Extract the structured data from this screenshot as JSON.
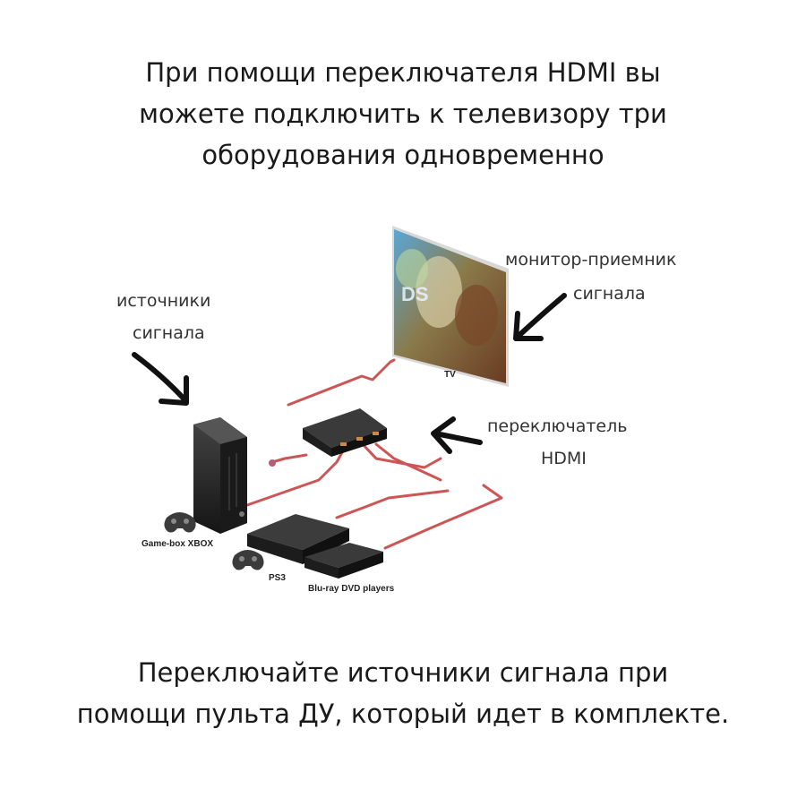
{
  "top_caption": {
    "line1": "При помощи переключателя HDMI вы",
    "line2": "можете подключить к телевизору три",
    "line3": "оборудования одновременно"
  },
  "bottom_caption": {
    "line1": "Переключайте источники сигнала при",
    "line2": "помощи пульта ДУ, который идет в комплекте."
  },
  "labels": {
    "sources_line1": "источники",
    "sources_line2": "сигнала",
    "monitor_line1": "монитор-приемник",
    "monitor_line2": "сигнала",
    "switch_line1": "переключатель",
    "switch_line2": "HDMI"
  },
  "devices": {
    "tv": "TV",
    "xbox": "Game-box XBOX",
    "ps3": "PS3",
    "bluray": "Blu-ray DVD players"
  },
  "colors": {
    "cable": "#cc5555",
    "device_dark": "#2b2b2b",
    "arrow": "#111111"
  }
}
